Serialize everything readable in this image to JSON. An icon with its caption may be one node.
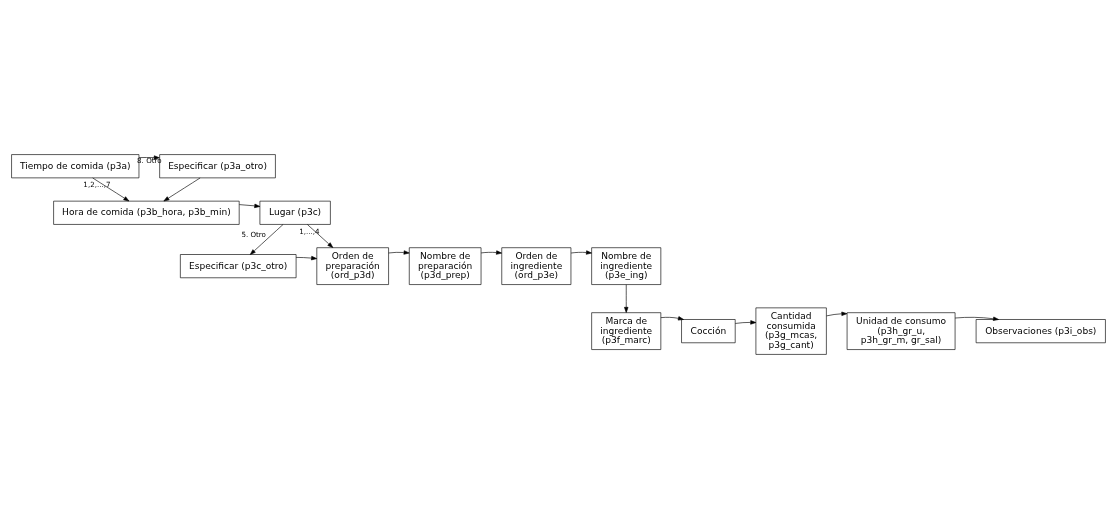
{
  "diagram": {
    "nodes": [
      {
        "text": [
          "Tiempo de comida (p3a)"
        ]
      },
      {
        "text": [
          "Especificar (p3a_otro)"
        ]
      },
      {
        "text": [
          "Hora de comida (p3b_hora, p3b_min)"
        ]
      },
      {
        "text": [
          "Lugar (p3c)"
        ]
      },
      {
        "text": [
          "Especificar (p3c_otro)"
        ]
      },
      {
        "text": [
          "Orden de preparación (ord_p3d)"
        ]
      },
      {
        "text": [
          "Nombre de preparación (p3d_prep)"
        ]
      },
      {
        "text": [
          "Orden de ingrediente (ord_p3e)"
        ]
      },
      {
        "text": [
          "Nombre de ingrediente (p3e_ing)"
        ]
      },
      {
        "text": [
          "Marca de ingrediente (p3f_marc)"
        ]
      },
      {
        "text": [
          "Cocción"
        ]
      },
      {
        "text": [
          "Cantidad consumida (p3g_mcas, p3g_cant)"
        ]
      },
      {
        "text": [
          "Unidad de consumo (p3h_gr_u, p3h_gr_m, gr_sal)"
        ]
      },
      {
        "text": [
          "Observaciones (p3i_obs)"
        ]
      }
    ],
    "edges": [
      {
        "from": 0,
        "to": 1,
        "arrow": "to",
        "label": "8. Otro"
      },
      {
        "from": 0,
        "to": 2,
        "arrow": "to",
        "label": "1,2,...,7"
      },
      {
        "from": 1,
        "to": 2,
        "arrow": "to"
      },
      {
        "from": 2,
        "to": 3,
        "arrow": "to"
      },
      {
        "from": 3,
        "to": 4,
        "arrow": "to",
        "label": "5. Otro"
      },
      {
        "from": 3,
        "to": 5,
        "arrow": "to",
        "label": "1,...,4"
      },
      {
        "from": 4,
        "to": 5,
        "arrow": "to"
      },
      {
        "from": 5,
        "to": 6,
        "arrow": "to"
      },
      {
        "from": 6,
        "to": 7,
        "arrow": "to"
      },
      {
        "from": 7,
        "to": 8,
        "arrow": "to"
      },
      {
        "from": 8,
        "to": 9,
        "arrow": "to"
      },
      {
        "from": 9,
        "to": 10,
        "arrow": "to"
      },
      {
        "from": 10,
        "to": 11,
        "arrow": "to"
      },
      {
        "from": 11,
        "to": 12,
        "arrow": "to"
      },
      {
        "from": 12,
        "to": 13,
        "arrow": "to"
      }
    ]
  }
}
